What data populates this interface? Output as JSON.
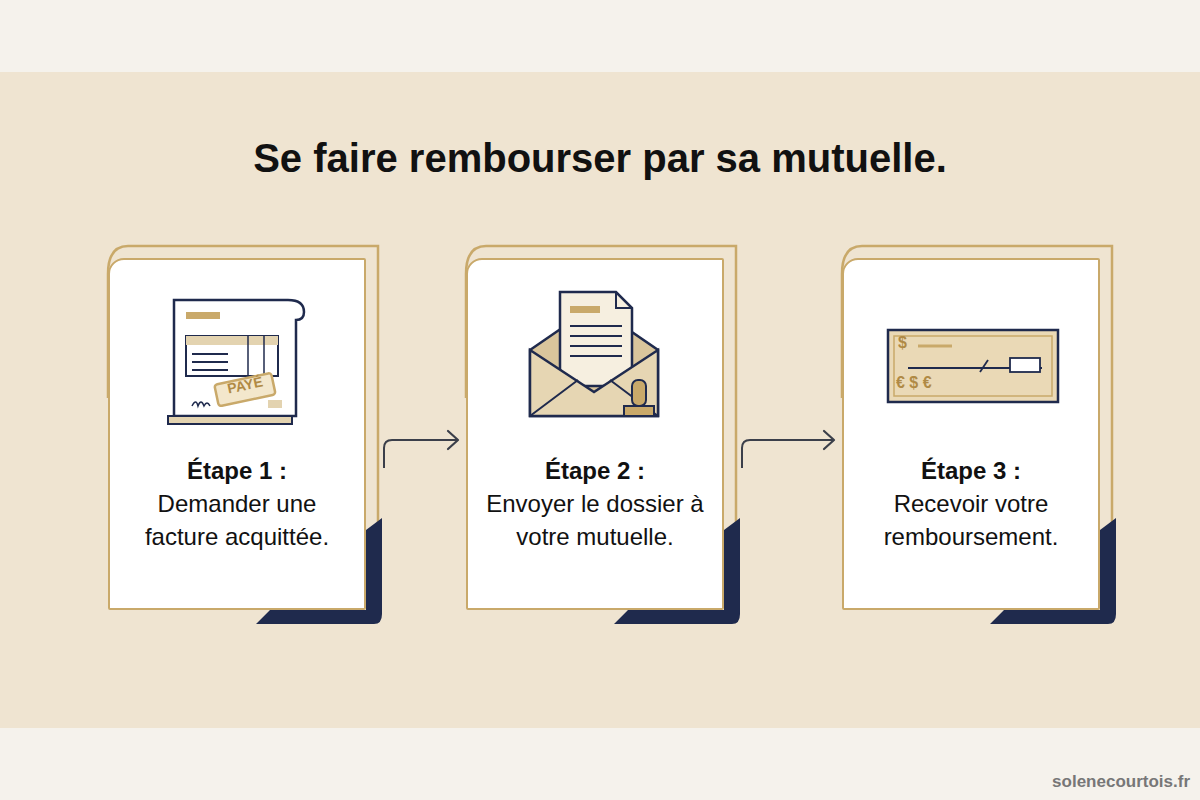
{
  "diagram": {
    "title": "Se faire rembourser par sa mutuelle.",
    "nodes": [
      {
        "text": [
          "Étape 1 :",
          "Demander une facture acquittée."
        ]
      },
      {
        "text": [
          "Étape 2 :",
          "Envoyer le dossier à votre mutuelle."
        ]
      },
      {
        "text": [
          "Étape 3 :",
          "Recevoir votre remboursement."
        ]
      }
    ],
    "edges": [
      {
        "from": 0,
        "to": 1,
        "arrow": "to"
      },
      {
        "from": 1,
        "to": 2,
        "arrow": "to"
      }
    ],
    "labels": [
      "PAYÉ",
      "$",
      "€ $ €",
      "solenecourtois.fr"
    ]
  }
}
